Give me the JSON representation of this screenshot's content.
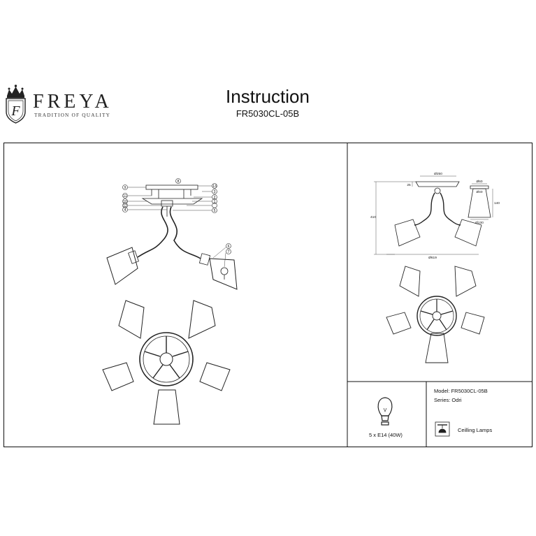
{
  "brand": {
    "name": "FREYA",
    "tagline": "TRADITION OF QUALITY",
    "emblem_letter": "F"
  },
  "header": {
    "title": "Instruction",
    "model_code": "FR5030CL-05B"
  },
  "diagram": {
    "callouts_left": [
      "9",
      "11",
      "10",
      "12",
      "4"
    ],
    "callouts_right": [
      "8",
      "13",
      "3",
      "2",
      "1",
      "5"
    ],
    "callouts_lamp": [
      "6",
      "7"
    ],
    "dim_top": "Ø250",
    "dim_bottom": "Ø619",
    "dim_height": "410",
    "dim_shade_top": "Ø60",
    "dim_shade_neck": "Ø40",
    "dim_shade_bottom": "Ø130",
    "dim_shade_height": "140",
    "dim_canopy": "25"
  },
  "info": {
    "bulb_spec": "5 x E14 (40W)",
    "model_line": "Model: FR5030CL-05B",
    "series_line": "Series: Odri",
    "category": "Ceilling Lamps"
  }
}
